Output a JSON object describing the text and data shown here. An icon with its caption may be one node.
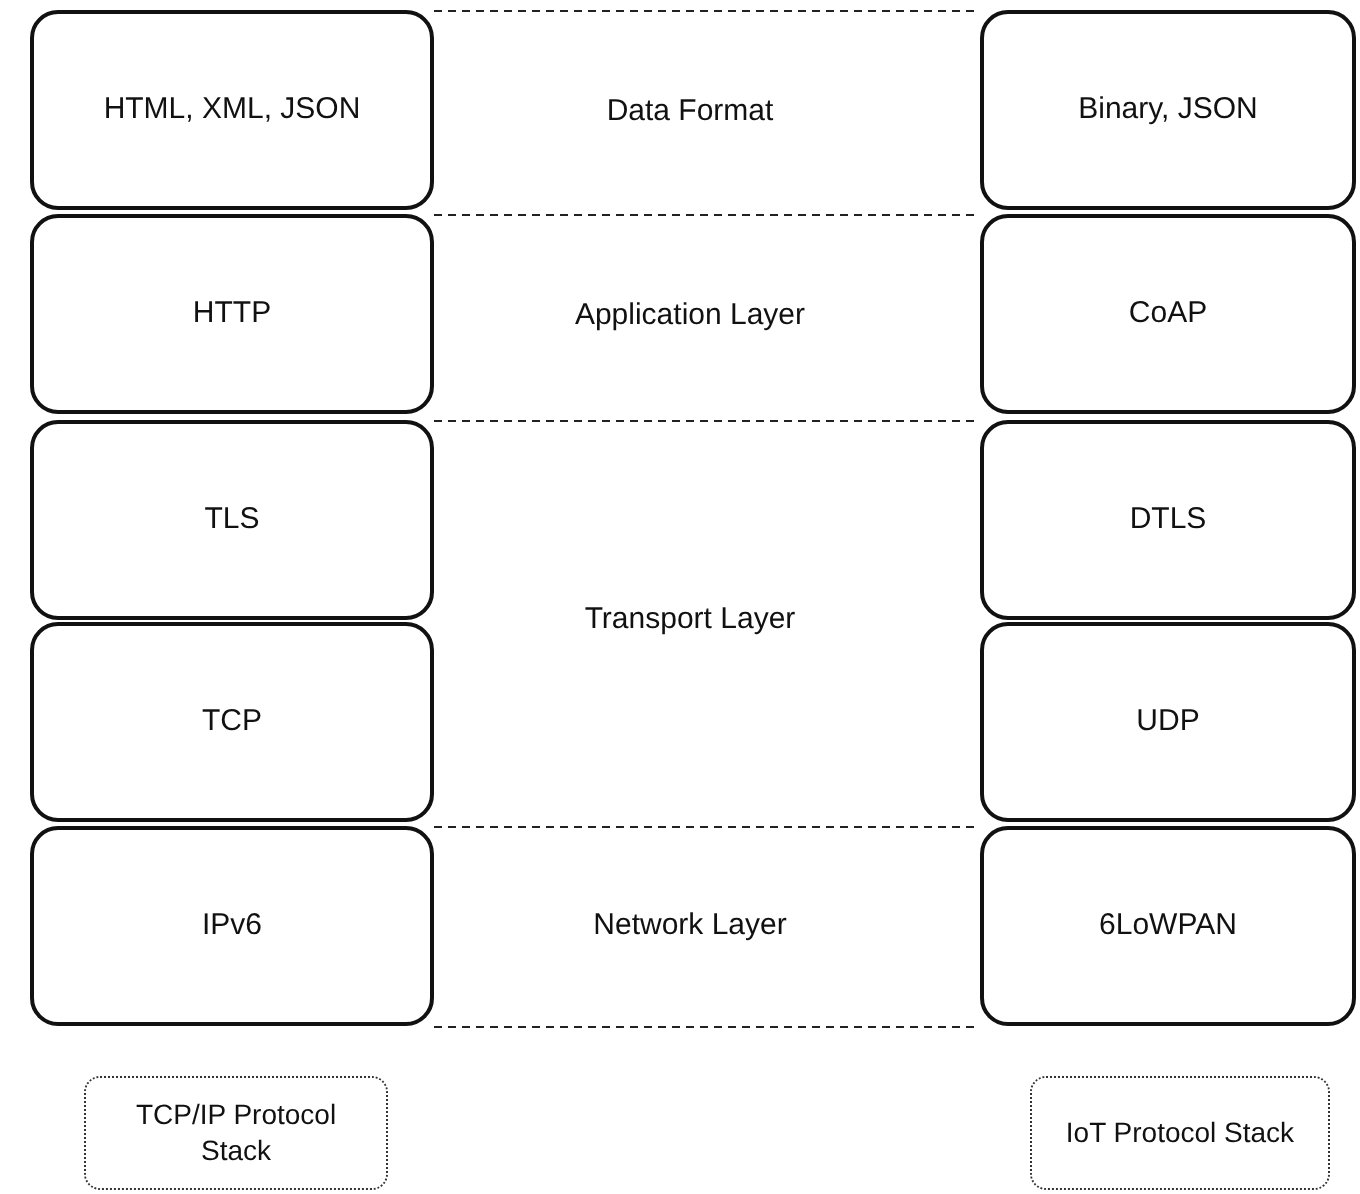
{
  "diagram": {
    "nodes": [
      {
        "text": [
          "HTML, XML, JSON"
        ]
      },
      {
        "text": [
          "Binary, JSON"
        ]
      },
      {
        "text": [
          "HTTP"
        ]
      },
      {
        "text": [
          "CoAP"
        ]
      },
      {
        "text": [
          "TLS"
        ]
      },
      {
        "text": [
          "DTLS"
        ]
      },
      {
        "text": [
          "TCP"
        ]
      },
      {
        "text": [
          "UDP"
        ]
      },
      {
        "text": [
          "IPv6"
        ]
      },
      {
        "text": [
          "6LoWPAN"
        ]
      },
      {
        "text": [
          "TCP/IP Protocol Stack"
        ]
      },
      {
        "text": [
          "IoT Protocol Stack"
        ]
      }
    ],
    "labels": [
      "Data Format",
      "Application Layer",
      "Transport Layer",
      "Network Layer"
    ]
  }
}
